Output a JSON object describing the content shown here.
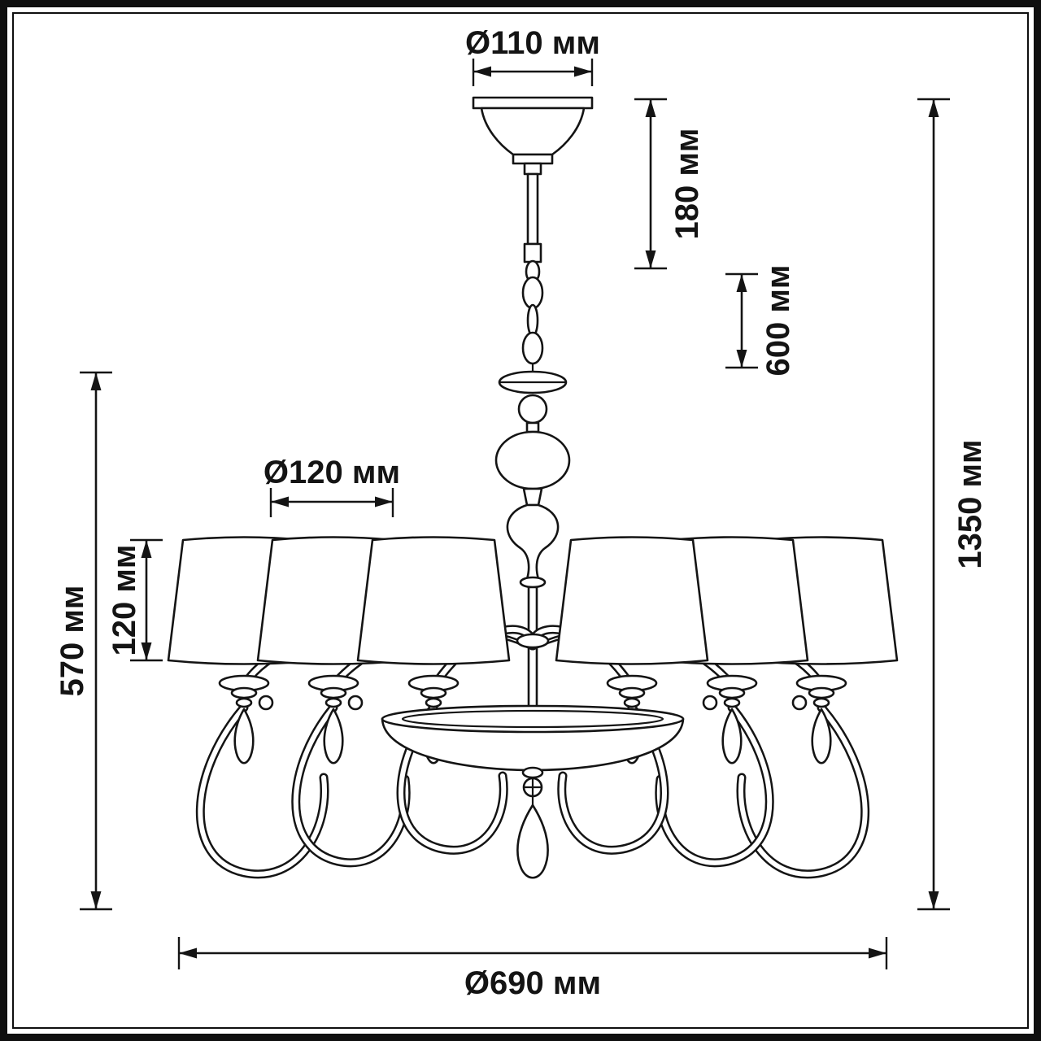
{
  "page": {
    "background": "#ffffff",
    "line_color": "#141414",
    "content": "chandelier-dimension-drawing"
  },
  "dims": {
    "canopy_d": "Ø110 мм",
    "top_h": "180 мм",
    "chain_h": "600 мм",
    "total_h": "1350 мм",
    "shade_d": "Ø120 мм",
    "shade_h": "120 мм",
    "fixture_h": "570 мм",
    "overall_d": "Ø690 мм"
  }
}
